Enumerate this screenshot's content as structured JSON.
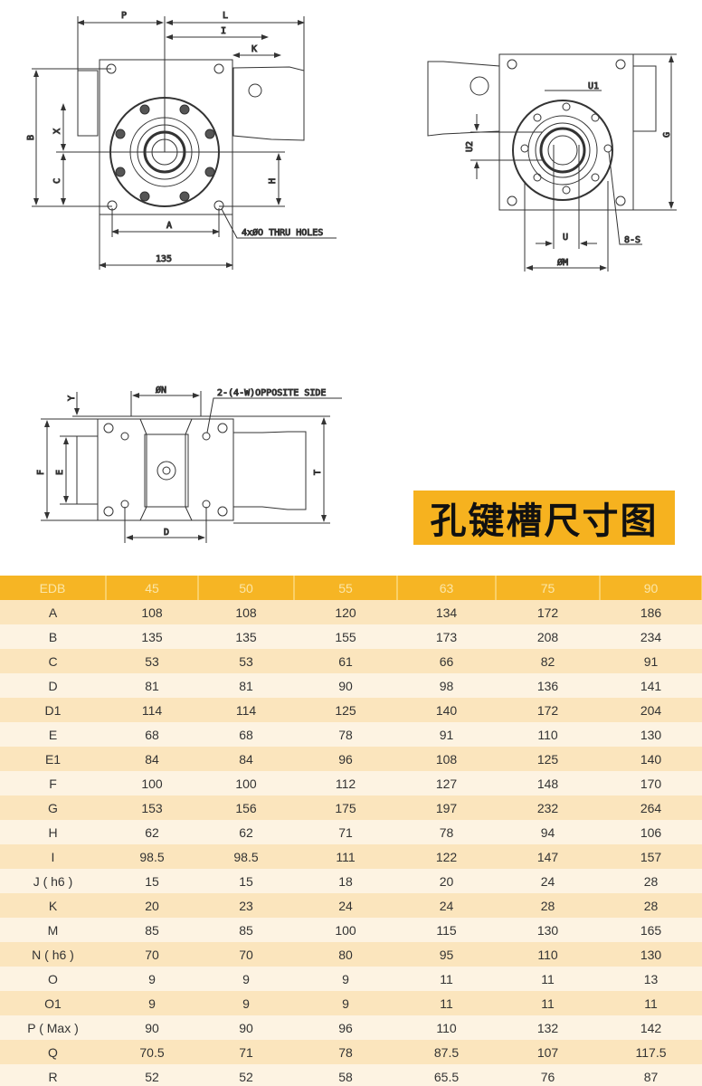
{
  "drawing_labels": {
    "front": {
      "P": "P",
      "L": "L",
      "I": "I",
      "K": "K",
      "B": "B",
      "X": "X",
      "C": "C",
      "H": "H",
      "A": "A",
      "width_135": "135",
      "holes_note": "4xØO THRU HOLES"
    },
    "side": {
      "U1": "U1",
      "U2": "U2",
      "G": "G",
      "U": "U",
      "M": "ØM",
      "S": "8-S"
    },
    "top": {
      "N": "ØN",
      "Y": "Y",
      "F": "F",
      "E": "E",
      "T": "T",
      "D": "D",
      "W_note": "2-(4-W)OPPOSITE SIDE"
    }
  },
  "banner_title": "孔键槽尺寸图",
  "colors": {
    "header": "#f6b524",
    "banner": "#f6b21f",
    "row_odd": "#fbe5bd",
    "row_even": "#fdf3e2"
  },
  "table": {
    "headers": [
      "EDB",
      "45",
      "50",
      "55",
      "63",
      "75",
      "90"
    ],
    "rows": [
      [
        "A",
        "108",
        "108",
        "120",
        "134",
        "172",
        "186"
      ],
      [
        "B",
        "135",
        "135",
        "155",
        "173",
        "208",
        "234"
      ],
      [
        "C",
        "53",
        "53",
        "61",
        "66",
        "82",
        "91"
      ],
      [
        "D",
        "81",
        "81",
        "90",
        "98",
        "136",
        "141"
      ],
      [
        "D1",
        "114",
        "114",
        "125",
        "140",
        "172",
        "204"
      ],
      [
        "E",
        "68",
        "68",
        "78",
        "91",
        "110",
        "130"
      ],
      [
        "E1",
        "84",
        "84",
        "96",
        "108",
        "125",
        "140"
      ],
      [
        "F",
        "100",
        "100",
        "112",
        "127",
        "148",
        "170"
      ],
      [
        "G",
        "153",
        "156",
        "175",
        "197",
        "232",
        "264"
      ],
      [
        "H",
        "62",
        "62",
        "71",
        "78",
        "94",
        "106"
      ],
      [
        "I",
        "98.5",
        "98.5",
        "111",
        "122",
        "147",
        "157"
      ],
      [
        "J ( h6 )",
        "15",
        "15",
        "18",
        "20",
        "24",
        "28"
      ],
      [
        "K",
        "20",
        "23",
        "24",
        "24",
        "28",
        "28"
      ],
      [
        "M",
        "85",
        "85",
        "100",
        "115",
        "130",
        "165"
      ],
      [
        "N ( h6 )",
        "70",
        "70",
        "80",
        "95",
        "110",
        "130"
      ],
      [
        "O",
        "9",
        "9",
        "9",
        "11",
        "11",
        "13"
      ],
      [
        "O1",
        "9",
        "9",
        "9",
        "11",
        "11",
        "11"
      ],
      [
        "P ( Max )",
        "90",
        "90",
        "96",
        "110",
        "132",
        "142"
      ],
      [
        "Q",
        "70.5",
        "71",
        "78",
        "87.5",
        "107",
        "117.5"
      ],
      [
        "R",
        "52",
        "52",
        "58",
        "65.5",
        "76",
        "87"
      ]
    ]
  }
}
